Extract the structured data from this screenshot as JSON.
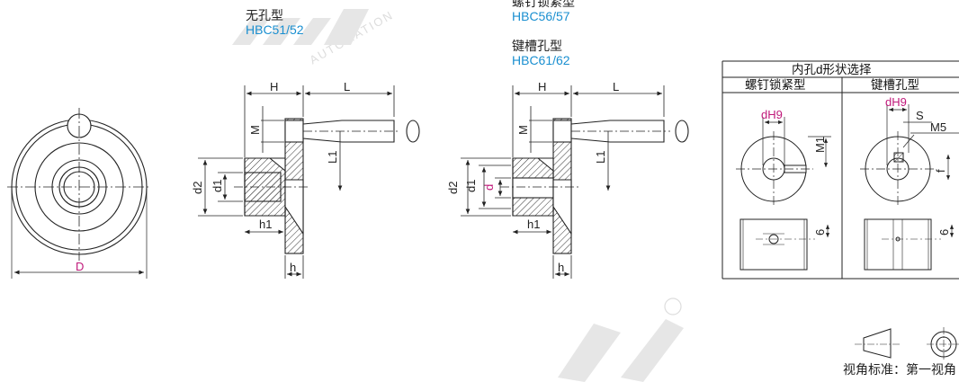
{
  "variants": {
    "plain": {
      "name": "无孔型",
      "code": "HBC51/52"
    },
    "screw": {
      "name": "螺钉锁紧型",
      "code": "HBC56/57"
    },
    "key": {
      "name": "键槽孔型",
      "code": "HBC61/62"
    }
  },
  "dims": {
    "D": "D",
    "H": "H",
    "L": "L",
    "M": "M",
    "L1": "L1",
    "d2": "d2",
    "d1": "d1",
    "d": "d",
    "h1": "h1",
    "h": "h",
    "dH9": "dH9",
    "M1": "M1",
    "s": "S",
    "M5": "M5",
    "f": "f",
    "six": "6"
  },
  "table": {
    "title": "内孔d形状选择",
    "col1": "螺钉锁紧型",
    "col2": "键槽孔型"
  },
  "watermark": {
    "text": "AUTOMATION"
  },
  "projection": {
    "label": "视角标准：第一视角"
  },
  "colors": {
    "accent": "#1a8fd0",
    "dim_highlight": "#c0187a"
  }
}
